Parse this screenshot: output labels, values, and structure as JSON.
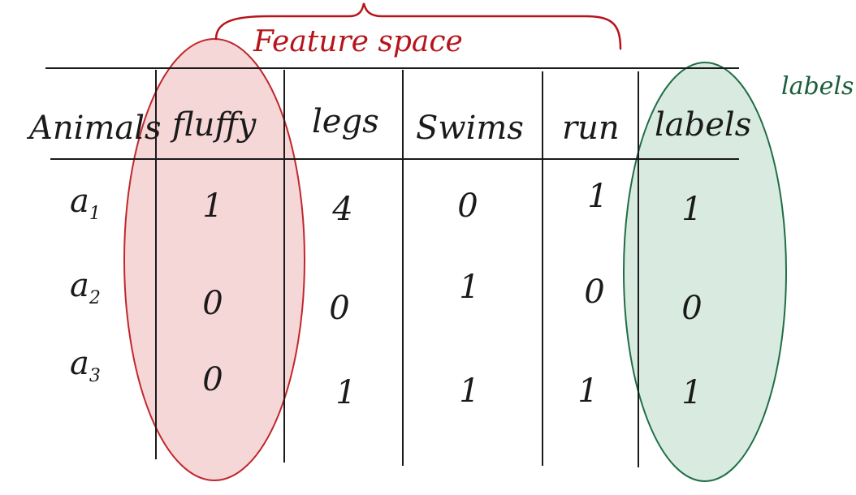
{
  "annotations": {
    "feature_space": "Feature space",
    "labels_note": "labels."
  },
  "table": {
    "headers": [
      "Animals",
      "fluffy",
      "legs",
      "Swims",
      "run",
      "labels"
    ],
    "rows": [
      {
        "name": "a",
        "sub": "1",
        "values": [
          "1",
          "4",
          "0",
          "1",
          "1"
        ]
      },
      {
        "name": "a",
        "sub": "2",
        "values": [
          "0",
          "0",
          "1",
          "0",
          "0"
        ]
      },
      {
        "name": "a",
        "sub": "3",
        "values": [
          "0",
          "1",
          "1",
          "1",
          "1"
        ]
      }
    ]
  },
  "colors": {
    "feature_highlight": "#f3c9c9",
    "feature_stroke": "#c0272d",
    "label_highlight": "#cfe6da",
    "label_stroke": "#1f6e45",
    "ink": "#1a1a1a"
  }
}
